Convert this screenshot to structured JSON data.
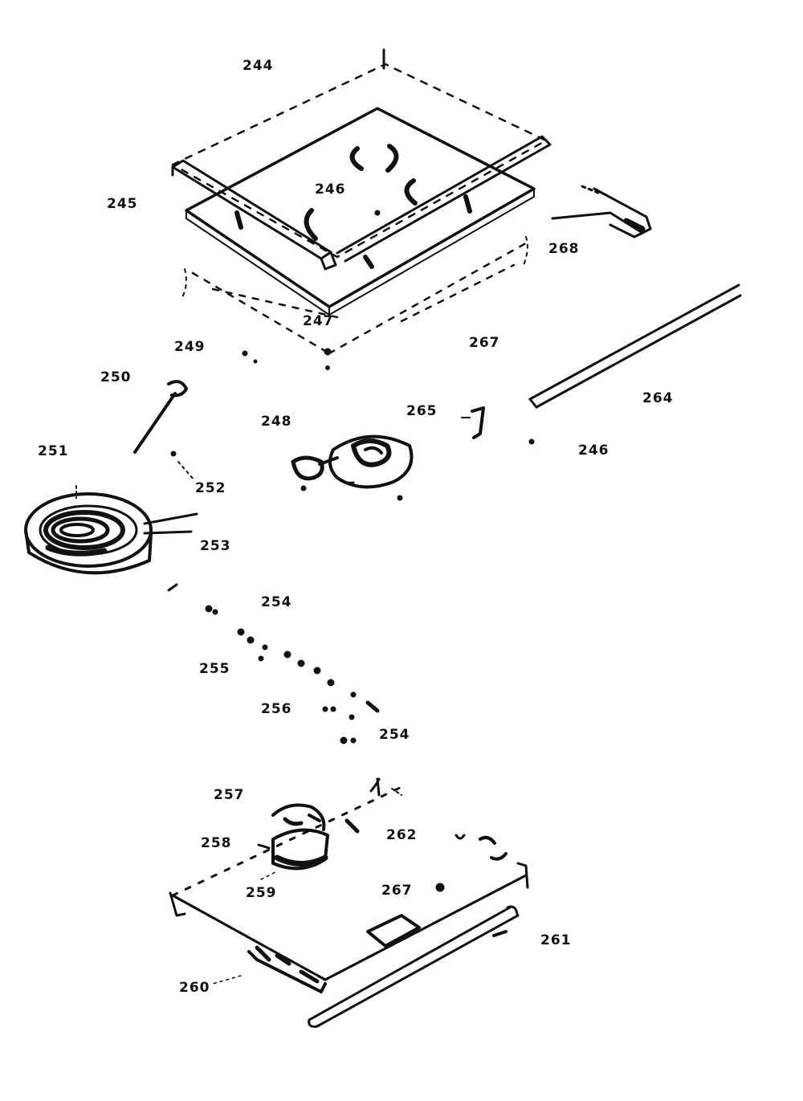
{
  "colors": {
    "ink": "#111111",
    "paper": "#ffffff"
  },
  "labels": {
    "l244": "244",
    "l245": "245",
    "l246a": "246",
    "l246b": "246",
    "l247": "247",
    "l248": "248",
    "l249": "249",
    "l250": "250",
    "l251": "251",
    "l252": "252",
    "l253": "253",
    "l254a": "254",
    "l254b": "254",
    "l255": "255",
    "l256": "256",
    "l257": "257",
    "l258": "258",
    "l259": "259",
    "l260": "260",
    "l261": "261",
    "l262": "262",
    "l264": "264",
    "l265": "265",
    "l267a": "267",
    "l267b": "267",
    "l268": "268"
  }
}
